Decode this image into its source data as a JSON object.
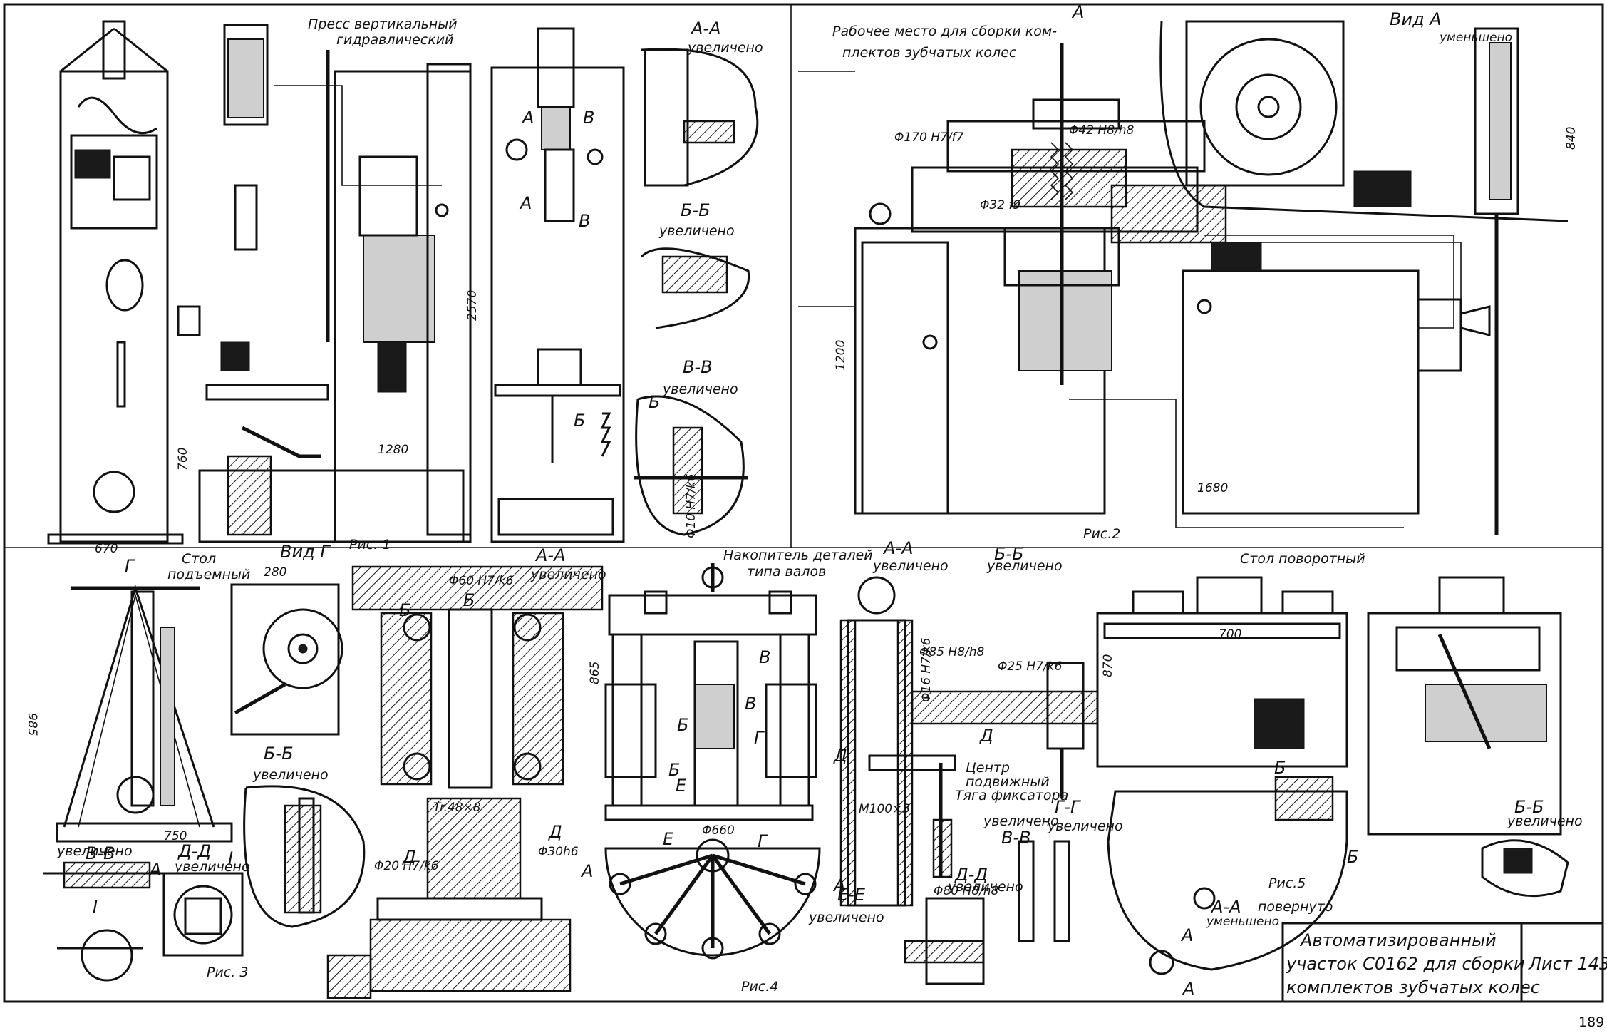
{
  "sheet": {
    "title_lines": [
      "Автоматизированный",
      "участок С0162 для сборки",
      "комплектов зубчатых колес"
    ],
    "sheet_label": "Лист 143",
    "page_number": "189"
  },
  "figures": {
    "fig1": "Рис. 1",
    "fig2": "Рис.2",
    "fig3": "Рис. 3",
    "fig4": "Рис.4",
    "fig5": "Рис.5"
  },
  "labels": {
    "press": [
      "Пресс вертикальный",
      "гидравлический"
    ],
    "workplace": [
      "Рабочее место для сборки ком-",
      "плектов зубчатых колес"
    ],
    "lift_table": [
      "Стол",
      "подъемный"
    ],
    "accumulator": [
      "Накопитель деталей",
      "типа валов"
    ],
    "rotary_table": "Стол поворотный",
    "center": "Центр",
    "movable": "подвижный",
    "rod": "Тяга фиксатора",
    "turned": "повернуто",
    "reduced": "уменьшено",
    "enlarged": "увеличено"
  },
  "sections": {
    "aa": "А-А",
    "bb": "Б-Б",
    "vv": "В-В",
    "gg": "Г-Г",
    "dd": "Д-Д",
    "ee": "Е-Е",
    "view_a": "Вид А",
    "view_g": "Вид Г",
    "a": "А",
    "b": "Б",
    "v": "В",
    "g": "Г",
    "d": "Д",
    "e": "Е",
    "i": "I"
  },
  "dimensions": {
    "d670": "670",
    "d760": "760",
    "d1280": "1280",
    "d2570": "2570",
    "d1200": "1200",
    "d1680": "1680",
    "d840": "840",
    "d280": "280",
    "d985": "985",
    "d750": "750",
    "d865": "865",
    "d660": "Φ660",
    "d700": "700",
    "d870": "870",
    "fit170": "Φ170 H7/f7",
    "fit42": "Φ42 H8/h8",
    "fit32": "Φ32 f9",
    "fit60": "Φ60 H7/k6",
    "fit30": "Φ30h6",
    "fit20": "Φ20 H7/k6",
    "fit85": "Φ85 H8/h8",
    "fit25": "Φ25 H7/k6",
    "fit80": "Φ80 H8/h8",
    "tr": "Tr.48×8",
    "m100": "M100×3",
    "fit16": "Φ16 H7/k6",
    "fit10": "Φ10 H7/k6"
  }
}
